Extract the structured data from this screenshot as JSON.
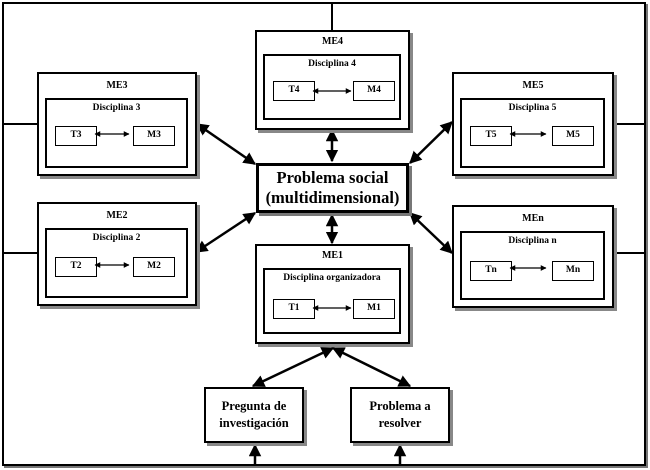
{
  "central": {
    "text": "Problema social\n(multidimensional)"
  },
  "units": [
    {
      "id": "me1",
      "title": "ME1",
      "discipline": "Disciplina organizadora",
      "t": "T1",
      "m": "M1"
    },
    {
      "id": "me2",
      "title": "ME2",
      "discipline": "Disciplina 2",
      "t": "T2",
      "m": "M2"
    },
    {
      "id": "me3",
      "title": "ME3",
      "discipline": "Disciplina 3",
      "t": "T3",
      "m": "M3"
    },
    {
      "id": "me4",
      "title": "ME4",
      "discipline": "Disciplina 4",
      "t": "T4",
      "m": "M4"
    },
    {
      "id": "me5",
      "title": "ME5",
      "discipline": "Disciplina 5",
      "t": "T5",
      "m": "M5"
    },
    {
      "id": "men",
      "title": "MEn",
      "discipline": "Disciplina n",
      "t": "Tn",
      "m": "Mn"
    }
  ],
  "bottom": {
    "question": "Pregunta de\ninvestigación",
    "problem": "Problema a\nresolver"
  }
}
